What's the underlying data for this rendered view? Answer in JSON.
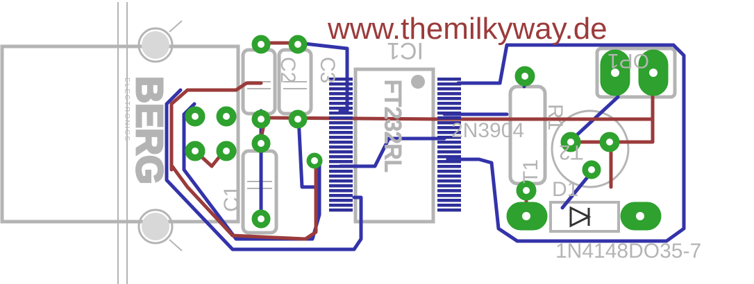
{
  "header": {
    "url": "www.themilkyway.de"
  },
  "components": {
    "ic1": {
      "ref": "IC1",
      "value": "FT232RL"
    },
    "t1": {
      "ref": "T1",
      "value": "2N3904"
    },
    "r1": {
      "ref": "R1"
    },
    "d1": {
      "ref": "D1",
      "value": "1N4148DO35-7"
    },
    "c1": {
      "ref": "C1"
    },
    "c2": {
      "ref": "C2"
    },
    "c3": {
      "ref": "C3"
    },
    "op1": {
      "ref": "OP1"
    },
    "connector": {
      "brand": "BERG",
      "sub": "ELECTRONICS"
    },
    "t1_part_label": "T2"
  },
  "colors": {
    "silkscreen": "#b4b4b4",
    "bottom_trace": "#3333aa",
    "top_trace": "#9b3b3b",
    "pad": "#2ea12e",
    "smd_pad": "#2f2f9a",
    "url_text": "#9b3b3b"
  }
}
